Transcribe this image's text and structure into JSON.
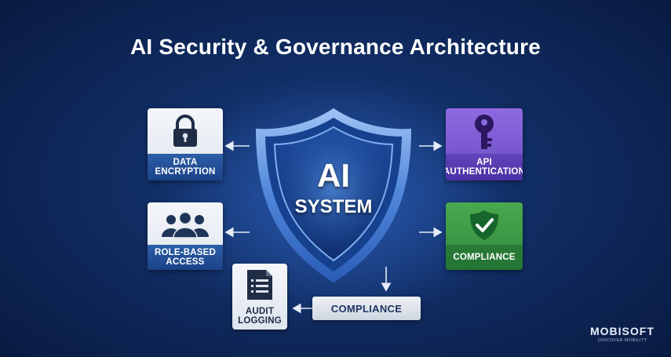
{
  "title": "AI Security & Governance Architecture",
  "center": {
    "line1": "AI",
    "line2": "SYSTEM"
  },
  "cards": {
    "data_encryption": "DATA\nENCRYPTION",
    "role_based_access": "ROLE-BASED\nACCESS",
    "audit_logging": "AUDIT\nLOGGING",
    "api_authentication": "API\nAUTHENTICATION",
    "compliance_right": "COMPLIANCE",
    "compliance_bottom": "COMPLIANCE"
  },
  "brand": {
    "name": "MOBISOFT",
    "tagline": "DISCOVER MOBILITY"
  },
  "colors": {
    "background": "#0f2a5e",
    "accent_blue": "#2c5ea8",
    "purple": "#7a5ad6",
    "green": "#3a9a45"
  }
}
